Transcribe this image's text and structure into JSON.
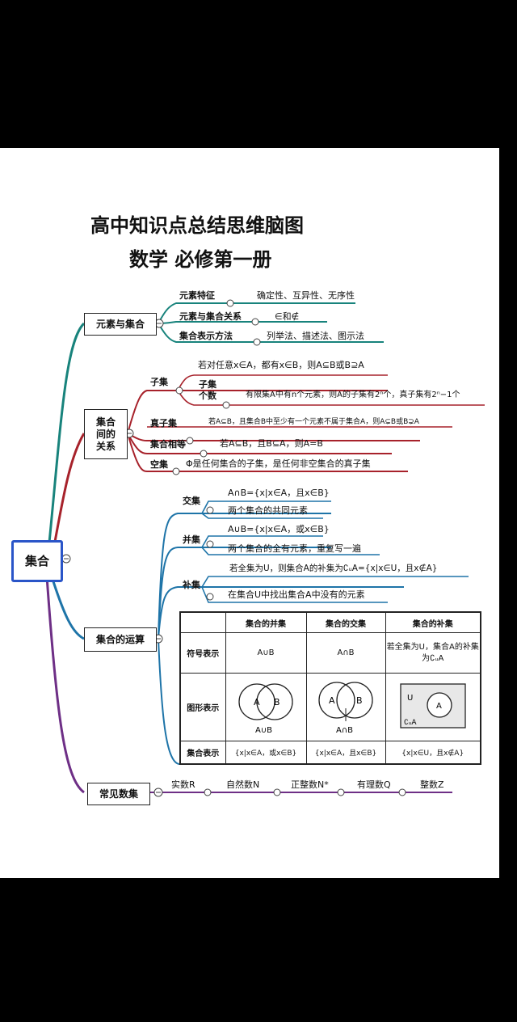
{
  "title": "高中知识点总结思维脑图",
  "subtitle": "数学 必修第一册",
  "root": "集合",
  "branches": {
    "elements": {
      "label": "元素与集合",
      "items": [
        {
          "key": "元素特征",
          "value": "确定性、互异性、无序性"
        },
        {
          "key": "元素与集合关系",
          "value": "∈和∉"
        },
        {
          "key": "集合表示方法",
          "value": "列举法、描述法、图示法"
        }
      ]
    },
    "relations": {
      "label_lines": [
        "集合",
        "间的",
        "关系"
      ],
      "subset": {
        "label": "子集",
        "def": "若对任意x∈A，都有x∈B，则A⊆B或B⊇A",
        "count_label_lines": [
          "子集",
          "个数"
        ],
        "count": "有限集A中有n个元素，则A的子集有2ⁿ个，真子集有2ⁿ−1个"
      },
      "proper": {
        "label": "真子集",
        "def": "若A⊆B，且集合B中至少有一个元素不属于集合A，则A⊊B或B⊋A"
      },
      "equal": {
        "label": "集合相等",
        "def": "若A⊆B，且B⊆A，则A=B"
      },
      "empty": {
        "label": "空集",
        "def": "Φ是任何集合的子集，是任何非空集合的真子集"
      }
    },
    "operations": {
      "label": "集合的运算",
      "intersection": {
        "label": "交集",
        "formula": "A∩B={x|x∈A，且x∈B}",
        "desc": "两个集合的共同元素"
      },
      "union": {
        "label": "并集",
        "formula": "A∪B={x|x∈A，或x∈B}",
        "desc": "两个集合的全有元素，重复写一遍"
      },
      "complement": {
        "label": "补集",
        "formula": "若全集为U，则集合A的补集为∁ᵤA={x|x∈U，且x∉A}",
        "desc": "在集合U中找出集合A中没有的元素"
      },
      "table": {
        "headers": [
          "",
          "集合的并集",
          "集合的交集",
          "集合的补集"
        ],
        "symbol_row": [
          "符号表示",
          "A∪B",
          "A∩B",
          "若全集为U，集合A的补集为∁ᵤA"
        ],
        "graph_row_label": "图形表示",
        "set_row": [
          "集合表示",
          "{x|x∈A，或x∈B}",
          "{x|x∈A，且x∈B}",
          "{x|x∈U，且x∉A}"
        ],
        "venn": {
          "a": "A",
          "b": "B",
          "union_caption": "A∪B",
          "intersection_caption": "A∩B",
          "u": "U",
          "comp_a": "A",
          "comp_caption": "∁ᵤA"
        }
      }
    },
    "common": {
      "label": "常见数集",
      "items": [
        "实数R",
        "自然数N",
        "正整数N*",
        "有理数Q",
        "整数Z"
      ]
    }
  },
  "colors": {
    "teal": "#18837c",
    "red": "#a7222b",
    "blue": "#1e74a8",
    "purple": "#6e2f86",
    "root_border": "#2a55c8"
  }
}
